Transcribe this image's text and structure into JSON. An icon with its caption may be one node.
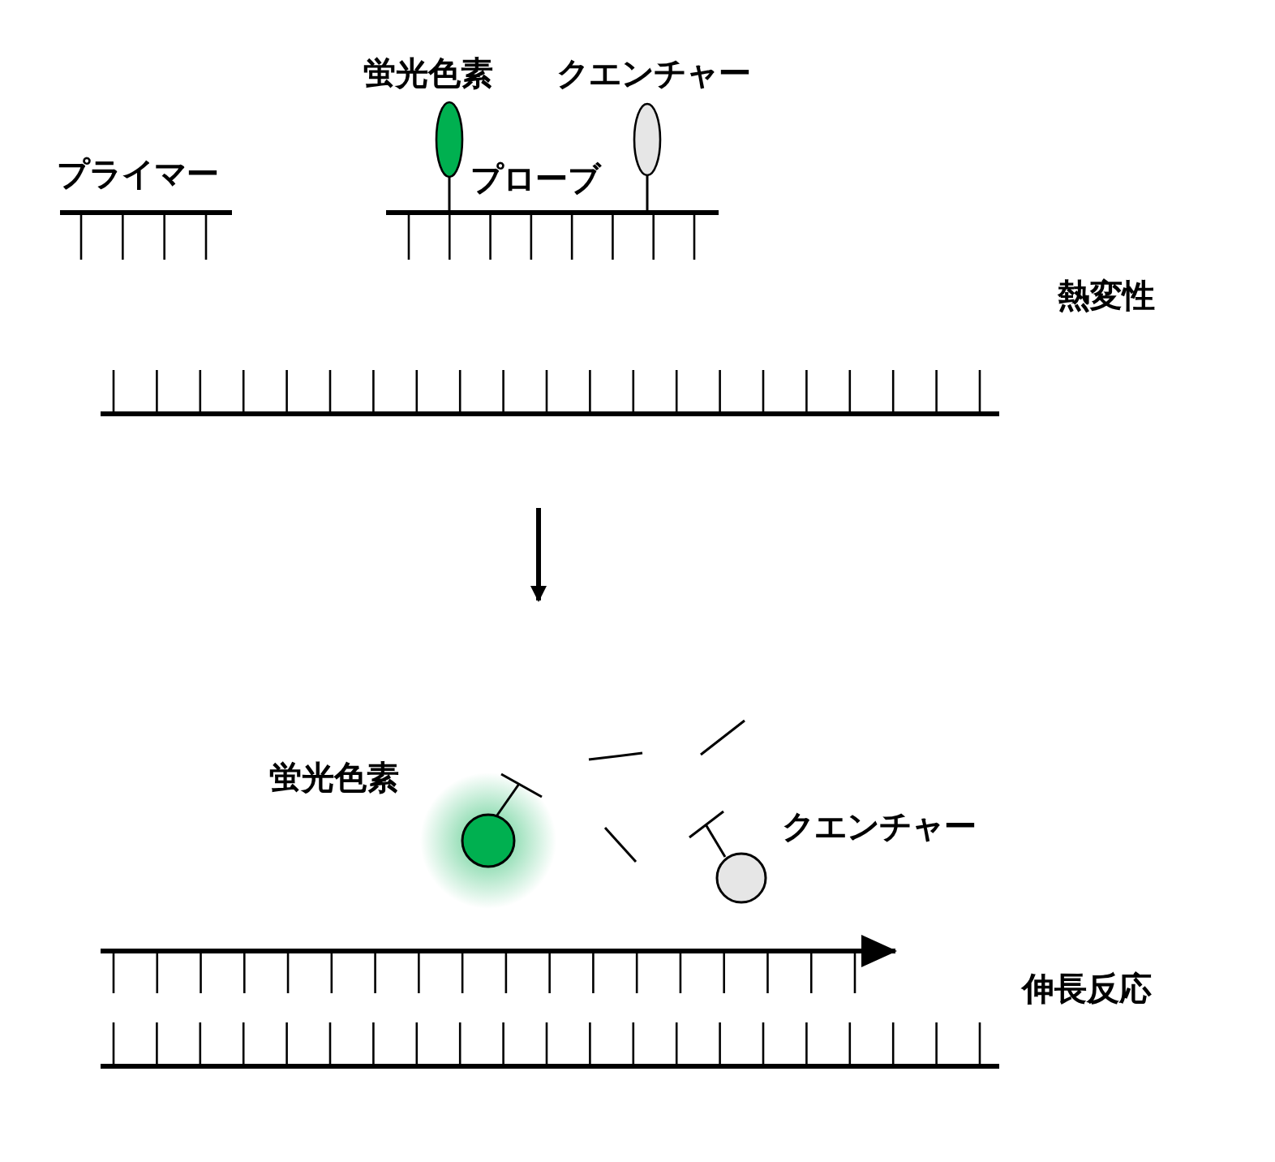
{
  "diagram": {
    "labels": [
      "プライマー",
      "蛍光色素",
      "クエンチャー",
      "プローブ",
      "熱変性",
      "蛍光色素",
      "クエンチャー",
      "伸長反応"
    ]
  }
}
